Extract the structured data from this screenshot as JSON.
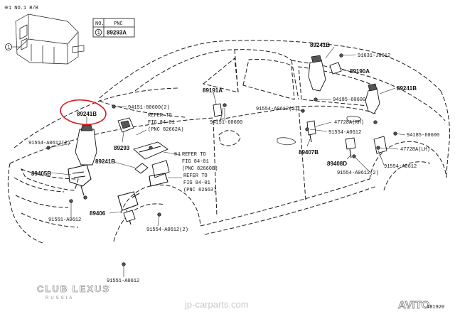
{
  "top_note": "※1 NO.1 R/B",
  "legend": {
    "header_no": "NO.",
    "header_pnc": "PNC",
    "row_no": "1",
    "row_pnc": "89293A"
  },
  "labels": {
    "l89241B_top": "89241B",
    "l91631": "91631-J0612",
    "l89190A": "89190A",
    "l89241B_right": "89241B",
    "l94185_top": "94185-60600",
    "l89191A": "89191A",
    "l91554_mid": "91554-A0612(2)",
    "l47728RH": "47728A(RH)",
    "l91554_mid2": "91554-A0612",
    "l94151_60600": "94151-60600",
    "l94151_80600": "94151-80600(2)",
    "ref1_a": "REFER TO",
    "ref1_b": "FIG 84-01",
    "ref1_c": "(PNC 82662A)",
    "l89241B_left": "89241B",
    "l91554_left": "91554-A0612(2)",
    "l89405B": "89405B",
    "l89293": "89293",
    "l89241B_lower": "89241B",
    "ref2_note": "※1",
    "ref2_a": "REFER TO",
    "ref2_b": "FIG 84-01",
    "ref2_c": "(PNC 82660B)",
    "ref3_a": "REFER TO",
    "ref3_b": "FIG 84-01",
    "ref3_c": "(PNC 82663)",
    "l89407B": "89407B",
    "l89408D": "89408D",
    "l94185_right": "94185-60600",
    "l47728LH": "47728A(LH)",
    "l91554_right1": "91554-A0612",
    "l91554_right2": "91554-A0612(2)",
    "l91551_left": "91551-A0612",
    "l89406": "89406",
    "l91554_bottom": "91554-A0612(2)",
    "l91551_bottom": "91551-A0612"
  },
  "watermarks": {
    "club": "CLUB LEXUS",
    "club_sub": "RUSSIA",
    "site": "jp-carparts.com",
    "avito": "AVITO",
    "figno": "481920"
  },
  "colors": {
    "highlight": "#e0151b",
    "ink": "#111111"
  }
}
